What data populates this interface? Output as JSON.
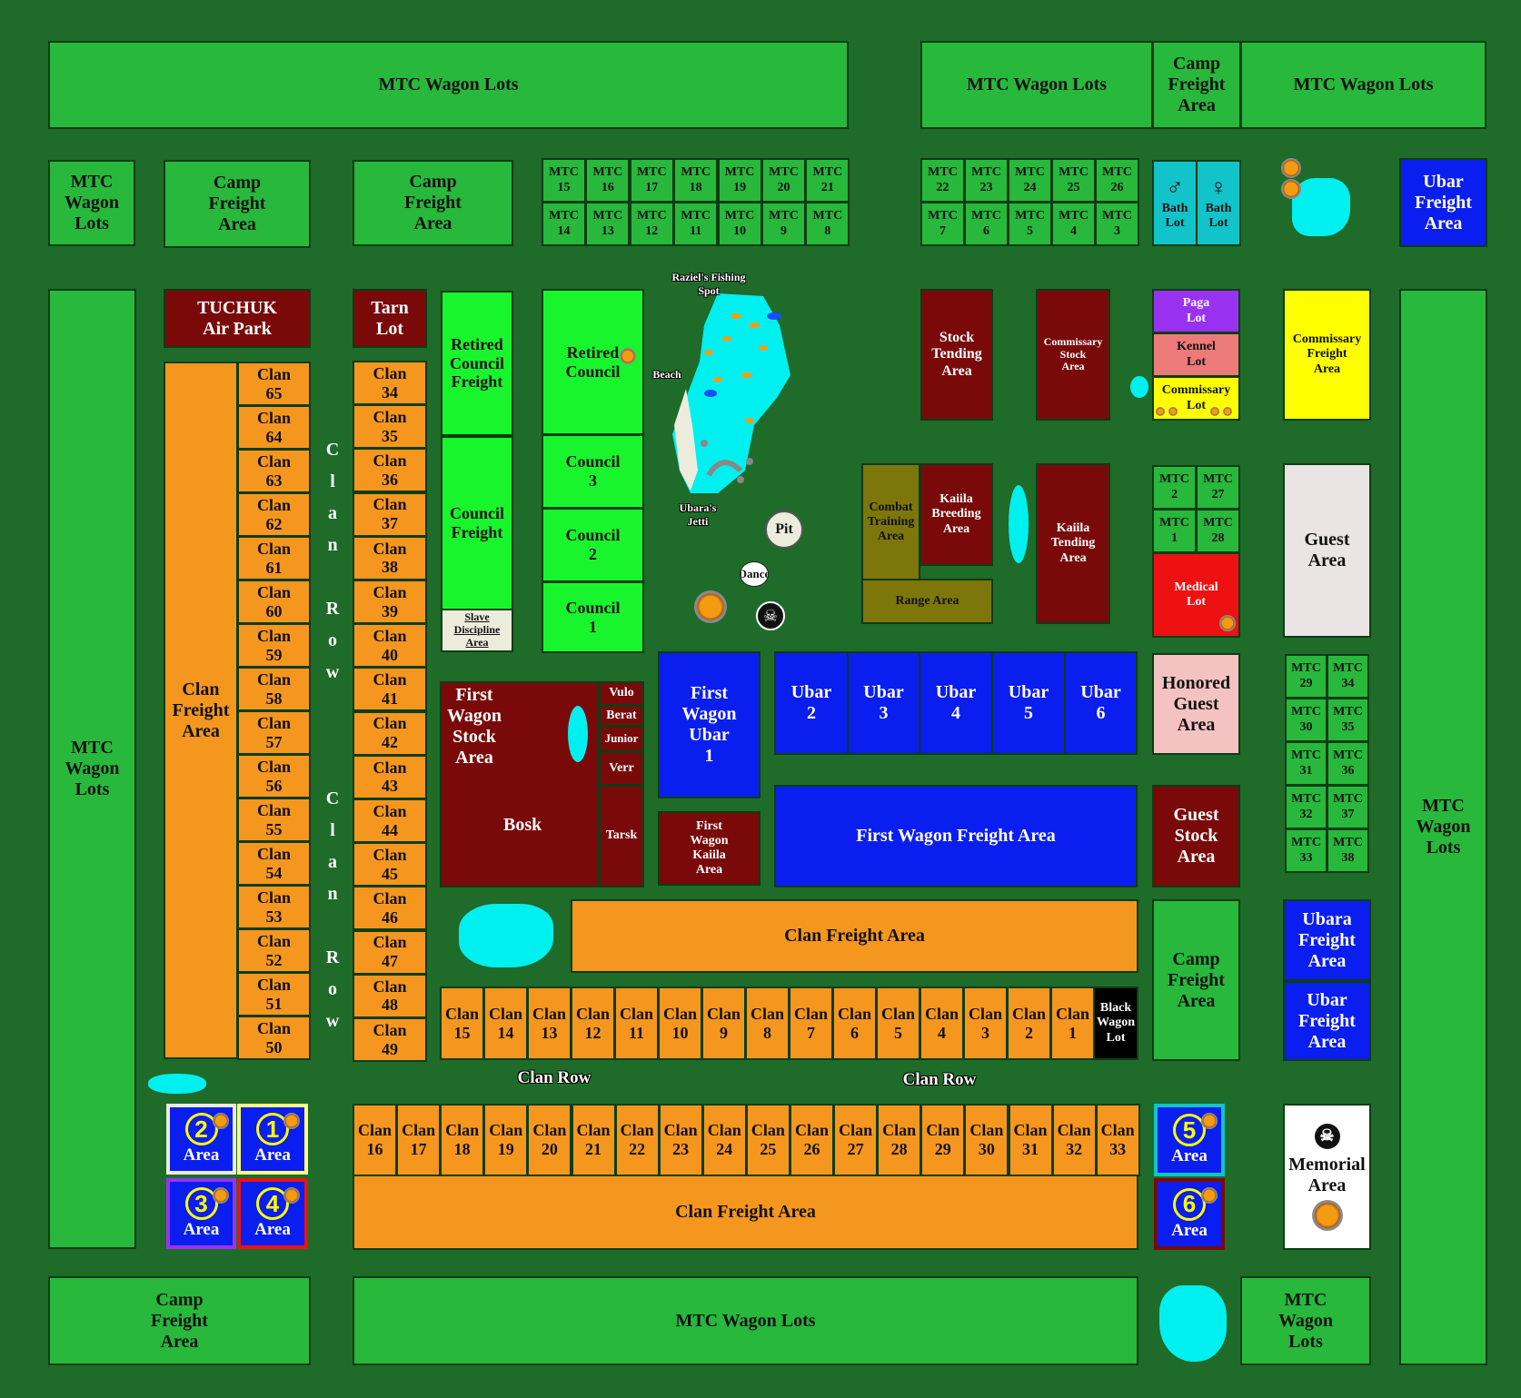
{
  "labels": {
    "mtc_wagon_lots": "MTC Wagon Lots",
    "mtc_wagon_lots_ml": "MTC\nWagon\nLots",
    "camp_freight_ml": "Camp\nFreight\nArea",
    "ubar_freight_ml": "Ubar\nFreight\nArea",
    "ubara_freight_ml": "Ubara\nFreight\nArea",
    "tuchuk_air_park": "TUCHUK\nAir Park",
    "tarn_lot": "Tarn\nLot",
    "retired_council_freight": "Retired\nCouncil\nFreight",
    "council_freight": "Council\nFreight",
    "slave_discipline_area": "Slave\nDiscipline\nArea",
    "retired_council": "Retired\nCouncil",
    "council_3": "Council\n3",
    "council_2": "Council\n2",
    "council_1": "Council\n1",
    "raziel_fishing_spot": "Raziel's Fishing\nSpot",
    "beach": "Beach",
    "ubaras_jetti": "Ubara's\nJetti",
    "pit": "Pit",
    "dance": "Dance",
    "stock_tending_area": "Stock\nTending\nArea",
    "commissary_stock_area": "Commissary\nStock\nArea",
    "paga_lot": "Paga\nLot",
    "kennel_lot": "Kennel\nLot",
    "commissary_lot": "Commissary\nLot",
    "commissary_freight_area": "Commissary\nFreight\nArea",
    "bath_lot": "Bath\nLot",
    "combat_training_area": "Combat\nTraining\nArea",
    "kaiila_breeding_area": "Kaiila\nBreeding\nArea",
    "kaiila_tending_area": "Kaiila\nTending\nArea",
    "range_area": "Range Area",
    "medical_lot": "Medical\nLot",
    "guest_area": "Guest\nArea",
    "honored_guest_area": "Honored\nGuest\nArea",
    "guest_stock_area": "Guest\nStock\nArea",
    "first_wagon_stock_area": "First\nWagon\nStock\nArea",
    "bosk": "Bosk",
    "vulo": "Vulo",
    "berat": "Berat",
    "junior": "Junior",
    "verr": "Verr",
    "tarsk": "Tarsk",
    "first_wagon_ubar_1": "First\nWagon\nUbar\n1",
    "first_wagon_kaiila_area": "First\nWagon\nKaiila\nArea",
    "ubar_2": "Ubar\n2",
    "ubar_3": "Ubar\n3",
    "ubar_4": "Ubar\n4",
    "ubar_5": "Ubar\n5",
    "ubar_6": "Ubar\n6",
    "first_wagon_freight_area": "First Wagon Freight Area",
    "clan_freight_area": "Clan Freight Area",
    "clan_freight_area_ml": "Clan\nFreight\nArea",
    "black_wagon_lot": "Black\nWagon\nLot",
    "clan_row": "Clan Row",
    "clan_row_letters": [
      "C",
      "l",
      "a",
      "n",
      "",
      "R",
      "o",
      "w"
    ],
    "memorial_area": "Memorial\nArea",
    "area": "Area",
    "area_numbers": [
      "1",
      "2",
      "3",
      "4",
      "5",
      "6"
    ]
  },
  "mtc_top_left": [
    {
      "row": 0,
      "labels": [
        "MTC\n15",
        "MTC\n16",
        "MTC\n17",
        "MTC\n18",
        "MTC\n19",
        "MTC\n20",
        "MTC\n21"
      ]
    },
    {
      "row": 1,
      "labels": [
        "MTC\n14",
        "MTC\n13",
        "MTC\n12",
        "MTC\n11",
        "MTC\n10",
        "MTC\n9",
        "MTC\n8"
      ]
    }
  ],
  "mtc_top_right": [
    {
      "row": 0,
      "labels": [
        "MTC\n22",
        "MTC\n23",
        "MTC\n24",
        "MTC\n25",
        "MTC\n26"
      ]
    },
    {
      "row": 1,
      "labels": [
        "MTC\n7",
        "MTC\n6",
        "MTC\n5",
        "MTC\n4",
        "MTC\n3"
      ]
    }
  ],
  "mtc_mid": [
    [
      "MTC\n2",
      "MTC\n27"
    ],
    [
      "MTC\n1",
      "MTC\n28"
    ]
  ],
  "mtc_right_grid": [
    [
      "MTC\n29",
      "MTC\n34"
    ],
    [
      "MTC\n30",
      "MTC\n35"
    ],
    [
      "MTC\n31",
      "MTC\n36"
    ],
    [
      "MTC\n32",
      "MTC\n37"
    ],
    [
      "MTC\n33",
      "MTC\n38"
    ]
  ],
  "clan_col_left": [
    "Clan\n65",
    "Clan\n64",
    "Clan\n63",
    "Clan\n62",
    "Clan\n61",
    "Clan\n60",
    "Clan\n59",
    "Clan\n58",
    "Clan\n57",
    "Clan\n56",
    "Clan\n55",
    "Clan\n54",
    "Clan\n53",
    "Clan\n52",
    "Clan\n51",
    "Clan\n50"
  ],
  "clan_col_mid": [
    "Clan\n34",
    "Clan\n35",
    "Clan\n36",
    "Clan\n37",
    "Clan\n38",
    "Clan\n39",
    "Clan\n40",
    "Clan\n41",
    "Clan\n42",
    "Clan\n43",
    "Clan\n44",
    "Clan\n45",
    "Clan\n46",
    "Clan\n47",
    "Clan\n48",
    "Clan\n49"
  ],
  "clan_row_upper": [
    "Clan\n15",
    "Clan\n14",
    "Clan\n13",
    "Clan\n12",
    "Clan\n11",
    "Clan\n10",
    "Clan\n9",
    "Clan\n8",
    "Clan\n7",
    "Clan\n6",
    "Clan\n5",
    "Clan\n4",
    "Clan\n3",
    "Clan\n2",
    "Clan\n1"
  ],
  "clan_row_lower": [
    "Clan\n16",
    "Clan\n17",
    "Clan\n18",
    "Clan\n19",
    "Clan\n20",
    "Clan\n21",
    "Clan\n22",
    "Clan\n23",
    "Clan\n24",
    "Clan\n25",
    "Clan\n26",
    "Clan\n27",
    "Clan\n28",
    "Clan\n29",
    "Clan\n30",
    "Clan\n31",
    "Clan\n32",
    "Clan\n33"
  ],
  "colors": {
    "background": "#1f6b2a",
    "mtc_green": "#27b83c",
    "bright_green": "#19f52d",
    "clan_orange": "#f5961e",
    "maroon": "#7a0a0a",
    "ubar_blue": "#0a1ef0",
    "water": "#00f0f0",
    "paga_purple": "#9932f0",
    "kennel_pink": "#ec7a7a",
    "commissary_yellow": "#ffff00",
    "combat_olive": "#7d760a",
    "medical_red": "#ee1111",
    "guest_grey": "#ebe4e4",
    "honored_pink": "#f5c2c2"
  }
}
